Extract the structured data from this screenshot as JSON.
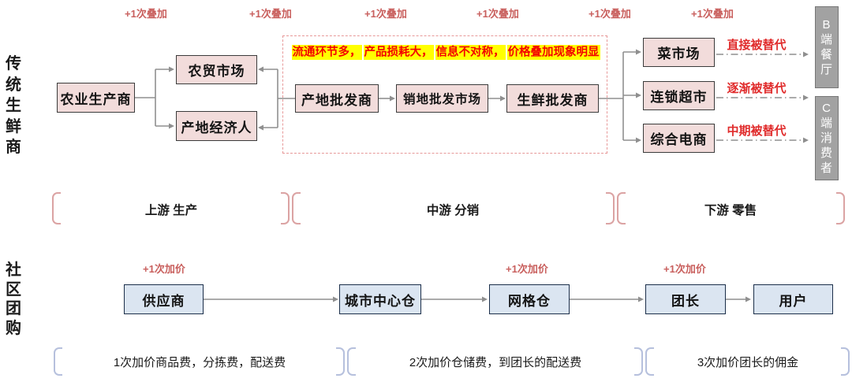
{
  "traditional": {
    "section_label": "传统生鲜商",
    "stack_labels": [
      "+1次叠加",
      "+1次叠加",
      "+1次叠加",
      "+1次叠加",
      "+1次叠加",
      "+1次叠加"
    ],
    "nodes": {
      "producer": "农业生产商",
      "farmers_market": "农贸市场",
      "origin_broker": "产地经济人",
      "origin_wholesaler": "产地批发商",
      "dest_wholesale_market": "销地批发市场",
      "fresh_wholesaler": "生鲜批发商",
      "veg_market": "菜市场",
      "chain_supermarket": "连锁超市",
      "general_ecommerce": "综合电商",
      "b_end_restaurant": "B端餐厅",
      "c_end_consumer": "C端消费者"
    },
    "warning_segments": [
      "流通环节多，",
      "产品损耗大，",
      "信息不对称，",
      "价格叠加现象明显"
    ],
    "replaced_labels": [
      "直接被替代",
      "逐渐被替代",
      "中期被替代"
    ]
  },
  "stages": {
    "upstream": "上游 生产",
    "midstream": "中游 分销",
    "downstream": "下游 零售"
  },
  "community": {
    "section_label": "社区团购",
    "markup_labels": [
      "+1次加价",
      "+1次加价",
      "+1次加价"
    ],
    "nodes": {
      "supplier": "供应商",
      "city_central_warehouse": "城市中心仓",
      "grid_warehouse": "网格仓",
      "group_leader": "团长",
      "user": "用户"
    },
    "fee_notes": [
      "1次加价商品费，分拣费，配送费",
      "2次加价仓储费，到团长的配送费",
      "3次加价团长的佣金"
    ]
  },
  "colors": {
    "pink_box_fill": "#f2dcdb",
    "blue_box_fill": "#dbe5f1",
    "gray_box_fill": "#a2a2a2",
    "soft_red_label": "#c9605e",
    "bright_red_label": "#e02b2b",
    "warning_text": "#f30000",
    "warning_highlight": "#ffff00",
    "dashed_border": "#e79898",
    "connector_gray": "#8f8f8f",
    "stage_bracket": "#dba3a3",
    "fee_bracket": "#b6c0dd"
  }
}
